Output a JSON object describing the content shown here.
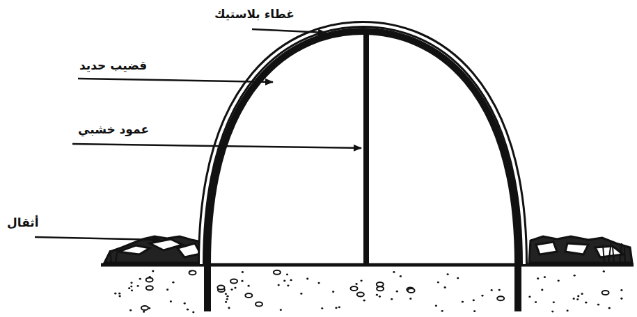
{
  "diagram": {
    "labels": [
      "غطاء بلاستيك",
      "قضيب حديد",
      "عمود خشبي",
      "أثقال"
    ]
  }
}
